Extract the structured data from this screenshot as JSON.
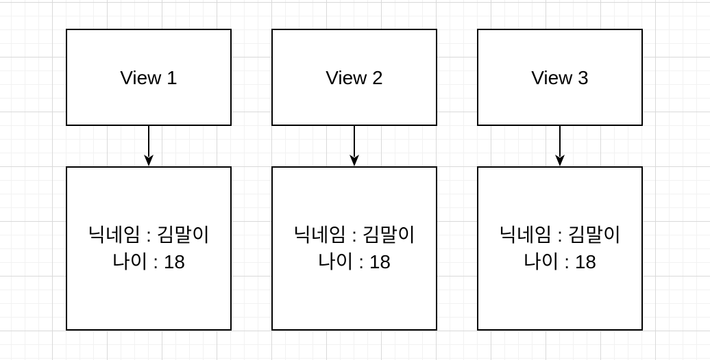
{
  "diagram": {
    "background_color": "#ffffff",
    "grid_minor_color": "#f2f2f2",
    "grid_major_color": "#d9d9d9",
    "shape_fill_color": "#ffffff",
    "shape_stroke_color": "#000000",
    "arrow_color": "#000000"
  },
  "columns": [
    {
      "view_label": "View 1",
      "data_line1": "닉네임 : 김말이",
      "data_line2": "나이 : 18"
    },
    {
      "view_label": "View 2",
      "data_line1": "닉네임 : 김말이",
      "data_line2": "나이 : 18"
    },
    {
      "view_label": "View 3",
      "data_line1": "닉네임 : 김말이",
      "data_line2": "나이 : 18"
    }
  ]
}
